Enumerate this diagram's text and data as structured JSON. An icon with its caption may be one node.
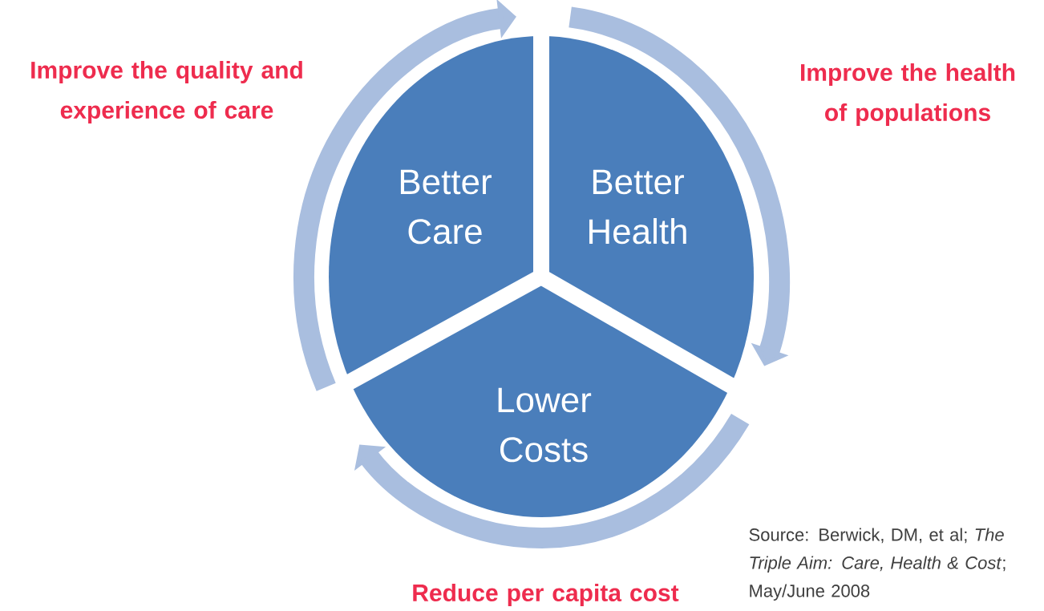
{
  "diagram": {
    "nodes": [
      {
        "text": [
          "Better Care"
        ],
        "beside": [
          "Improve the quality and experience of care"
        ]
      },
      {
        "text": [
          "Better Health"
        ],
        "beside": [
          "Improve the health of populations"
        ]
      },
      {
        "text": [
          "Lower Costs"
        ],
        "beside": [
          "Reduce per capita cost"
        ]
      }
    ],
    "labels": [
      "Source: Berwick, DM, et al; *The Triple Aim: Care, Health & Cost*; May/June 2008"
    ]
  }
}
